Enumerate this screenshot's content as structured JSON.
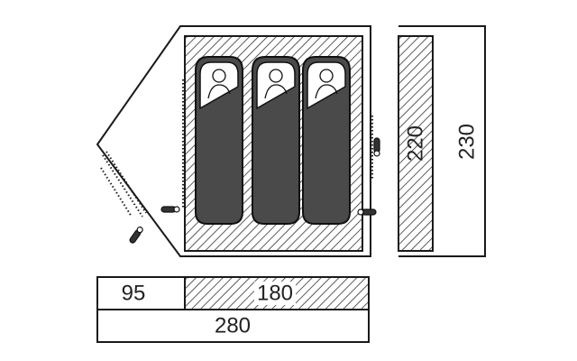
{
  "dimensions": {
    "inner_depth": "220",
    "outer_depth": "230",
    "vestibule_length": "95",
    "inner_length": "180",
    "total_length": "280"
  },
  "sleeping_bag_count": 3,
  "colors": {
    "line": "#1a1a1a",
    "bag_fill": "#4a4a4a",
    "hatch": "#333333",
    "background": "#ffffff"
  }
}
